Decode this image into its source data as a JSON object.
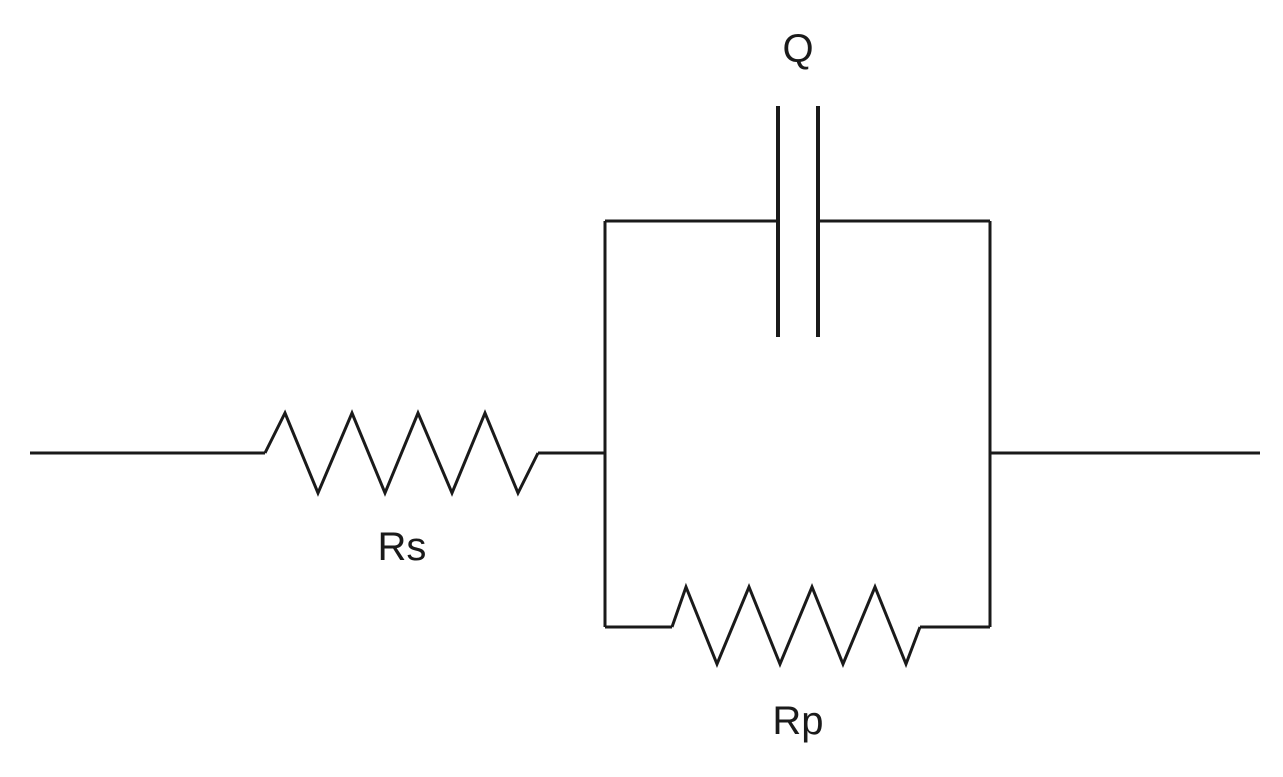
{
  "components": {
    "series_resistor": {
      "label": "Rs"
    },
    "parallel_resistor": {
      "label": "Rp"
    },
    "constant_phase_element": {
      "label": "Q"
    }
  },
  "colors": {
    "wire": "#1a1a1a",
    "background": "#ffffff"
  }
}
